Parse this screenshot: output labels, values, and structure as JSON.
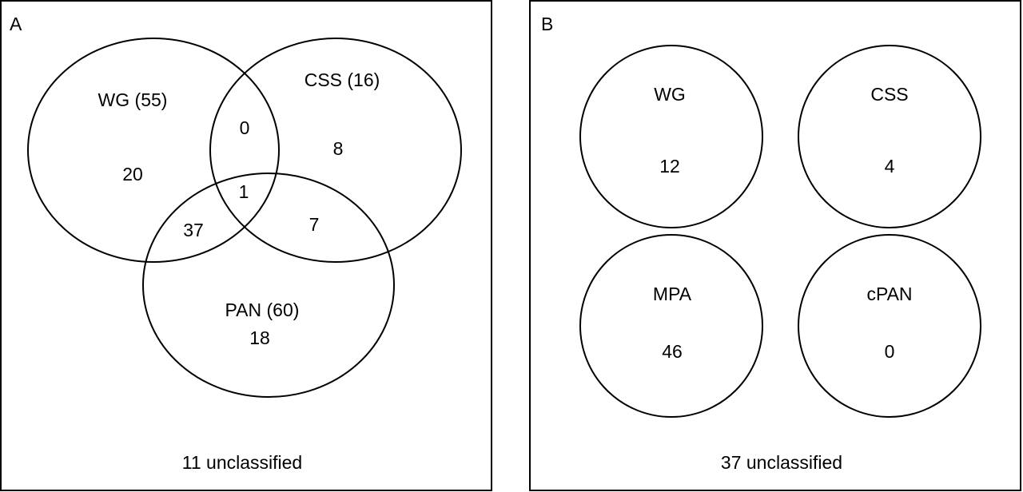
{
  "panel_a": {
    "letter": "A",
    "sets": {
      "wg": "WG (55)",
      "css": "CSS (16)",
      "pan": "PAN (60)"
    },
    "regions": {
      "wg_only": "20",
      "wg_css": "0",
      "css_only": "8",
      "wg_css_pan": "1",
      "wg_pan": "37",
      "css_pan": "7",
      "pan_only": "18"
    },
    "footer": "11 unclassified"
  },
  "panel_b": {
    "letter": "B",
    "groups": [
      {
        "label": "WG",
        "count": "12"
      },
      {
        "label": "CSS",
        "count": "4"
      },
      {
        "label": "MPA",
        "count": "46"
      },
      {
        "label": "cPAN",
        "count": "0"
      }
    ],
    "footer": "37 unclassified"
  }
}
